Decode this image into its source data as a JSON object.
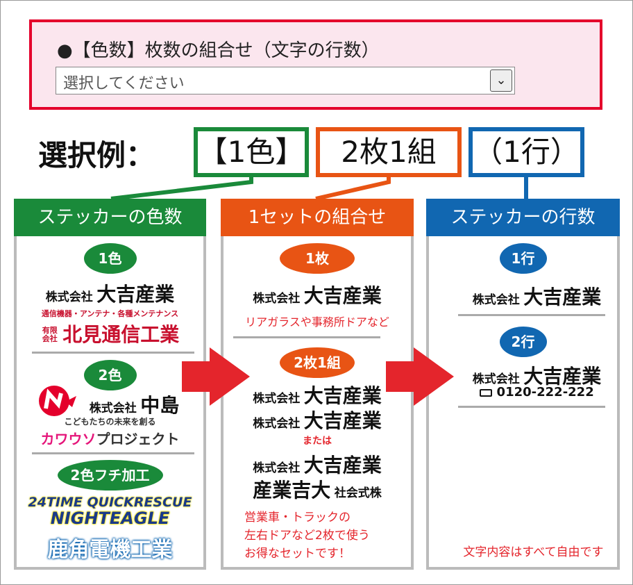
{
  "selector": {
    "label": "●【色数】枚数の組合せ（文字の行数）",
    "placeholder": "選択してください"
  },
  "example": {
    "label": "選択例：",
    "parts": [
      "【1色】",
      "2枚1組",
      "（1行）"
    ]
  },
  "colors": {
    "green": "#1a8a3a",
    "orange": "#e85414",
    "blue": "#1167b1",
    "red": "#e4252c"
  },
  "columns": [
    {
      "header": "ステッカーの色数",
      "items": [
        {
          "badge": "1色",
          "company_small": "株式会社",
          "company_large": "大吉産業",
          "sub": "通信機器・アンテナ・各種メンテナンス",
          "prefix": "有限会社",
          "name": "北見通信工業"
        },
        {
          "badge": "2色",
          "company_small": "株式会社",
          "company_large": "中島",
          "tagline": "こどもたちの未来を創る",
          "project_a": "カワウソ",
          "project_b": "プロジェクト"
        },
        {
          "badge": "2色フチ加工",
          "line1": "24TIME QUICKRESCUE",
          "line2": "NIGHTEAGLE",
          "name": "鹿角電機工業"
        }
      ]
    },
    {
      "header": "1セットの組合せ",
      "items": [
        {
          "badge": "1枚",
          "company_small": "株式会社",
          "company_large": "大吉産業",
          "note": "リアガラスや事務所ドアなど"
        },
        {
          "badge": "2枚1組",
          "company_small": "株式会社",
          "company_large": "大吉産業",
          "or": "または",
          "reverse_large": "産業吉大",
          "reverse_small": "社会式株",
          "note_lines": [
            "営業車・トラックの",
            "左右ドアなど2枚で使う",
            "お得なセットです！"
          ]
        }
      ]
    },
    {
      "header": "ステッカーの行数",
      "items": [
        {
          "badge": "1行",
          "company_small": "株式会社",
          "company_large": "大吉産業"
        },
        {
          "badge": "2行",
          "company_small": "株式会社",
          "company_large": "大吉産業",
          "phone": "0120-222-222"
        }
      ],
      "footer": "文字内容はすべて自由です"
    }
  ]
}
